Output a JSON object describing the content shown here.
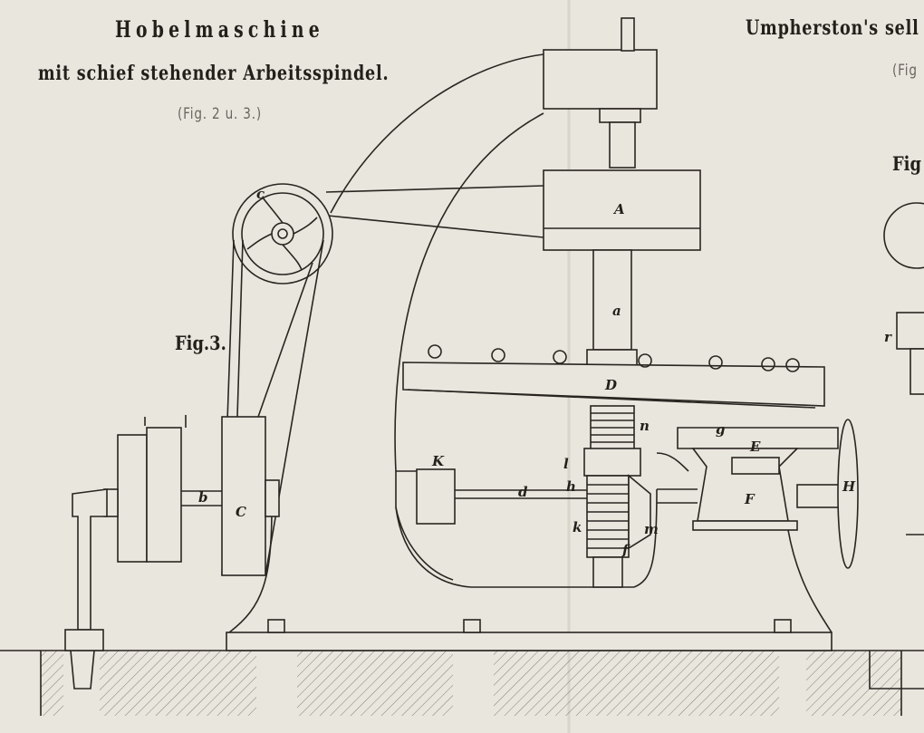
{
  "left_plate": {
    "title": "Hobelmaschine",
    "subtitle": "mit schief stehender Arbeitsspindel.",
    "figure_ref": "(Fig. 2 u. 3.)",
    "figure_label": "Fig.3."
  },
  "right_plate": {
    "title": "Umpherston's sell",
    "figure_ref": "(Fig",
    "figure_label": "Fig",
    "part_label": "r"
  },
  "part_labels": {
    "A": "A",
    "a": "a",
    "D": "D",
    "c": "c",
    "C": "C",
    "b": "b",
    "K": "K",
    "d": "d",
    "h": "h",
    "l": "l",
    "n": "n",
    "g": "g",
    "E": "E",
    "F": "F",
    "H": "H",
    "k": "k",
    "m": "m",
    "f": "f"
  },
  "colors": {
    "paper": "#e8e6dd",
    "ink": "#2a2521"
  }
}
